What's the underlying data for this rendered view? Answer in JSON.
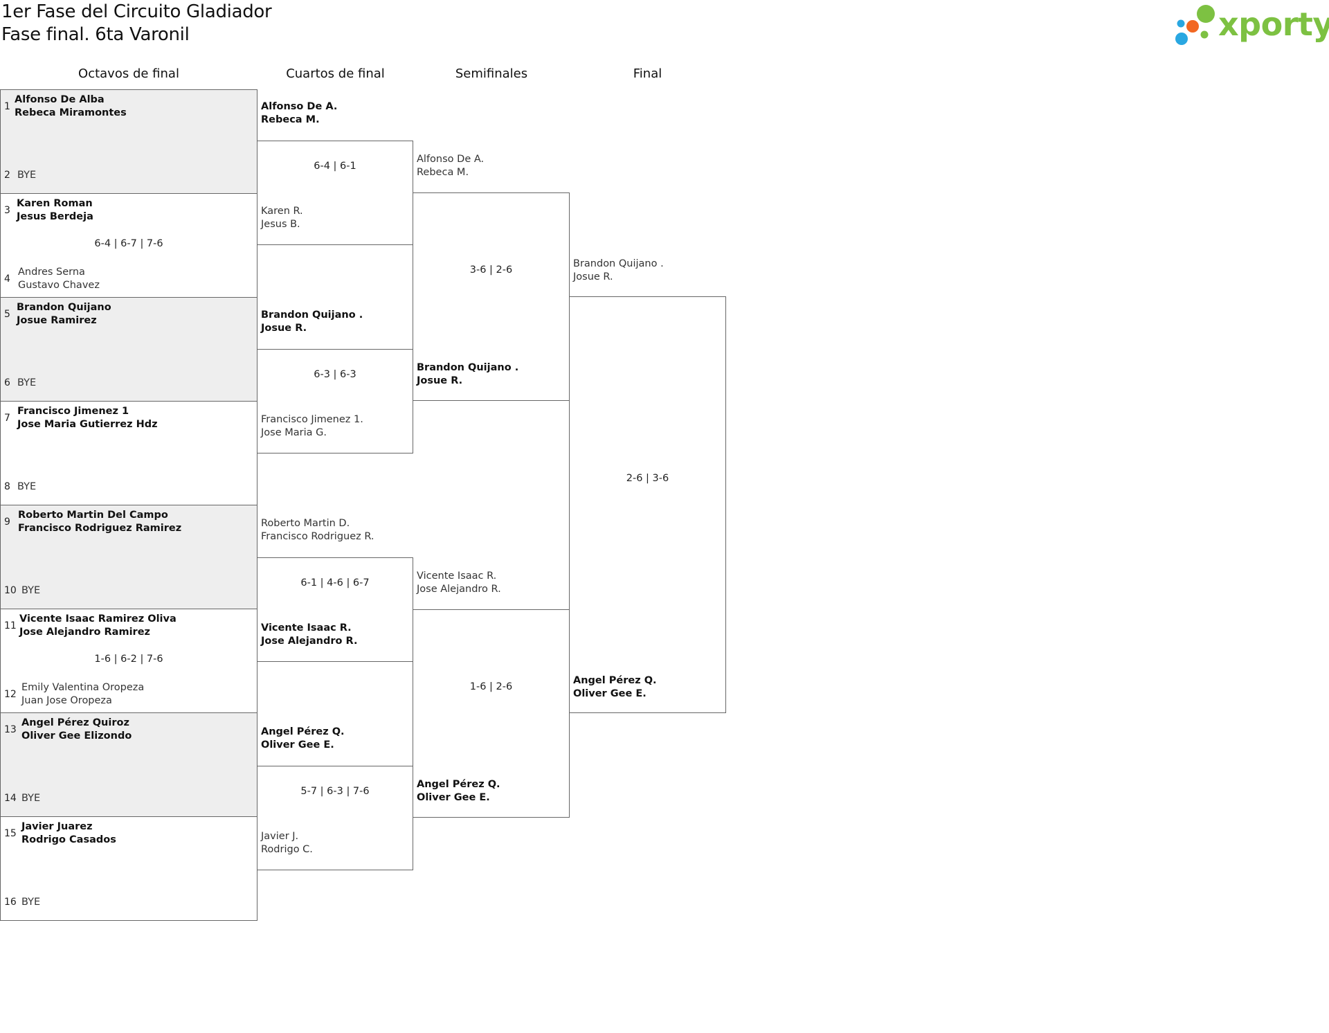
{
  "title": {
    "line1": "1er Fase del Circuito Gladiador",
    "line2": "Fase final. 6ta Varonil"
  },
  "logo": {
    "text": "xporty",
    "dot_colors": [
      "#7dc142",
      "#29a7e1",
      "#f26722",
      "#29a7e1",
      "#7dc142"
    ]
  },
  "rounds": {
    "r16": "Octavos de final",
    "qf": "Cuartos de final",
    "sf": "Semifinales",
    "f": "Final"
  },
  "r16_matches": [
    {
      "top_seed": "1",
      "top_p1": "Alfonso De Alba",
      "top_p2": "Rebeca Miramontes",
      "bottom_seed": "2",
      "bottom_p1": "BYE",
      "bottom_p2": "",
      "score": ""
    },
    {
      "top_seed": "3",
      "top_p1": "Karen Roman",
      "top_p2": "Jesus Berdeja",
      "bottom_seed": "4",
      "bottom_p1": "Andres Serna",
      "bottom_p2": "Gustavo Chavez",
      "score": "6-4 | 6-7 | 7-6"
    },
    {
      "top_seed": "5",
      "top_p1": "Brandon Quijano",
      "top_p2": "Josue Ramirez",
      "bottom_seed": "6",
      "bottom_p1": "BYE",
      "bottom_p2": "",
      "score": ""
    },
    {
      "top_seed": "7",
      "top_p1": "Francisco Jimenez 1",
      "top_p2": "Jose Maria Gutierrez Hdz",
      "bottom_seed": "8",
      "bottom_p1": "BYE",
      "bottom_p2": "",
      "score": ""
    },
    {
      "top_seed": "9",
      "top_p1": "Roberto Martin Del Campo",
      "top_p2": "Francisco Rodriguez Ramirez",
      "bottom_seed": "10",
      "bottom_p1": "BYE",
      "bottom_p2": "",
      "score": ""
    },
    {
      "top_seed": "11",
      "top_p1": "Vicente Isaac Ramirez Oliva",
      "top_p2": "Jose Alejandro Ramirez",
      "bottom_seed": "12",
      "bottom_p1": "Emily Valentina Oropeza",
      "bottom_p2": "Juan Jose Oropeza",
      "score": "1-6 | 6-2 | 7-6"
    },
    {
      "top_seed": "13",
      "top_p1": "Angel Pérez Quiroz",
      "top_p2": "Oliver Gee Elizondo",
      "bottom_seed": "14",
      "bottom_p1": "BYE",
      "bottom_p2": "",
      "score": ""
    },
    {
      "top_seed": "15",
      "top_p1": "Javier Juarez",
      "top_p2": "Rodrigo Casados",
      "bottom_seed": "16",
      "bottom_p1": "BYE",
      "bottom_p2": "",
      "score": ""
    }
  ],
  "qf_matches": [
    {
      "top_p1": "Alfonso De A.",
      "top_p2": "Rebeca M.",
      "bottom_p1": "Karen R.",
      "bottom_p2": "Jesus B.",
      "score": "6-4 | 6-1",
      "winner": "top"
    },
    {
      "top_p1": "Brandon Quijano .",
      "top_p2": "Josue R.",
      "bottom_p1": "Francisco Jimenez 1.",
      "bottom_p2": "Jose Maria G.",
      "score": "6-3 | 6-3",
      "winner": "top"
    },
    {
      "top_p1": "Roberto Martin D.",
      "top_p2": "Francisco Rodriguez R.",
      "bottom_p1": "Vicente Isaac R.",
      "bottom_p2": "Jose Alejandro R.",
      "score": "6-1 | 4-6 | 6-7",
      "winner": "bottom"
    },
    {
      "top_p1": "Angel Pérez Q.",
      "top_p2": "Oliver Gee E.",
      "bottom_p1": "Javier J.",
      "bottom_p2": "Rodrigo C.",
      "score": "5-7 | 6-3 | 7-6",
      "winner": "top"
    }
  ],
  "sf_matches": [
    {
      "top_p1": "Alfonso De A.",
      "top_p2": "Rebeca M.",
      "bottom_p1": "Brandon Quijano .",
      "bottom_p2": "Josue R.",
      "score": "3-6 | 2-6",
      "winner": "bottom"
    },
    {
      "top_p1": "Vicente Isaac R.",
      "top_p2": "Jose Alejandro R.",
      "bottom_p1": "Angel Pérez Q.",
      "bottom_p2": "Oliver Gee E.",
      "score": "1-6 | 2-6",
      "winner": "bottom"
    }
  ],
  "final_match": {
    "top_p1": "Brandon Quijano .",
    "top_p2": "Josue R.",
    "bottom_p1": "Angel Pérez Q.",
    "bottom_p2": "Oliver Gee E.",
    "score": "2-6 | 3-6",
    "winner": "bottom"
  }
}
